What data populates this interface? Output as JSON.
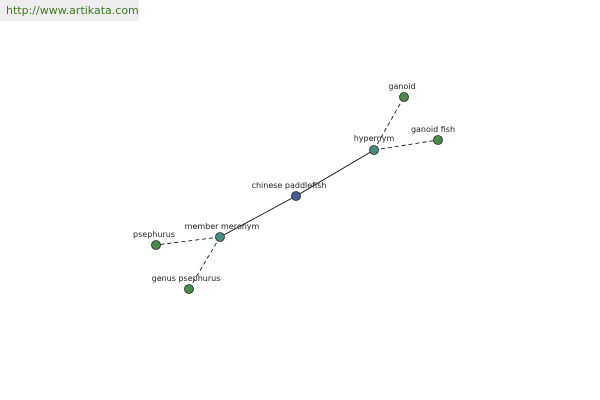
{
  "banner": {
    "url_text": "http://www.artikata.com"
  },
  "colors": {
    "banner_text": "#3a7a1f",
    "banner_bg": "#eeeeee",
    "center_node": "#4a5a9a",
    "relation_node": "#4a8a84",
    "leaf_node": "#4a8a48",
    "node_stroke": "#1f2a1f",
    "edge": "#000000"
  },
  "graph": {
    "nodes": [
      {
        "id": "center",
        "label": "chinese paddlefish",
        "kind": "center"
      },
      {
        "id": "hypernym",
        "label": "hypernym",
        "kind": "relation"
      },
      {
        "id": "member-meronym",
        "label": "member meronym",
        "kind": "relation"
      },
      {
        "id": "ganoid",
        "label": "ganoid",
        "kind": "leaf"
      },
      {
        "id": "ganoid-fish",
        "label": "ganoid fish",
        "kind": "leaf"
      },
      {
        "id": "psephurus",
        "label": "psephurus",
        "kind": "leaf"
      },
      {
        "id": "genus-psephurus",
        "label": "genus psephurus",
        "kind": "leaf"
      }
    ],
    "edges": [
      {
        "from": "center",
        "to": "hypernym",
        "style": "solid"
      },
      {
        "from": "center",
        "to": "member-meronym",
        "style": "solid"
      },
      {
        "from": "hypernym",
        "to": "ganoid",
        "style": "dashed"
      },
      {
        "from": "hypernym",
        "to": "ganoid-fish",
        "style": "dashed"
      },
      {
        "from": "member-meronym",
        "to": "psephurus",
        "style": "dashed"
      },
      {
        "from": "member-meronym",
        "to": "genus-psephurus",
        "style": "dashed"
      }
    ]
  }
}
